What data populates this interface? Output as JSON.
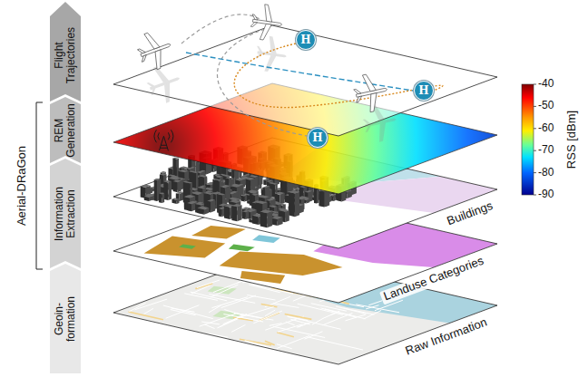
{
  "diagram": {
    "nodes": [
      {
        "text": [
          "Flight Trajectories"
        ]
      },
      {
        "text": [
          "REM Generation"
        ]
      },
      {
        "text": [
          "Information Extraction"
        ]
      },
      {
        "text": [
          "Geoin- formation"
        ]
      },
      {
        "text": [
          "H"
        ]
      },
      {
        "text": [
          "H"
        ]
      },
      {
        "text": [
          "H"
        ]
      }
    ],
    "labels": [
      "Aerial-DRaGon",
      "RSS [dBm]",
      "-40",
      "-50",
      "-60",
      "-70",
      "-80",
      "-90",
      "Buildings",
      "Landuse Categories",
      "Raw Information"
    ]
  }
}
